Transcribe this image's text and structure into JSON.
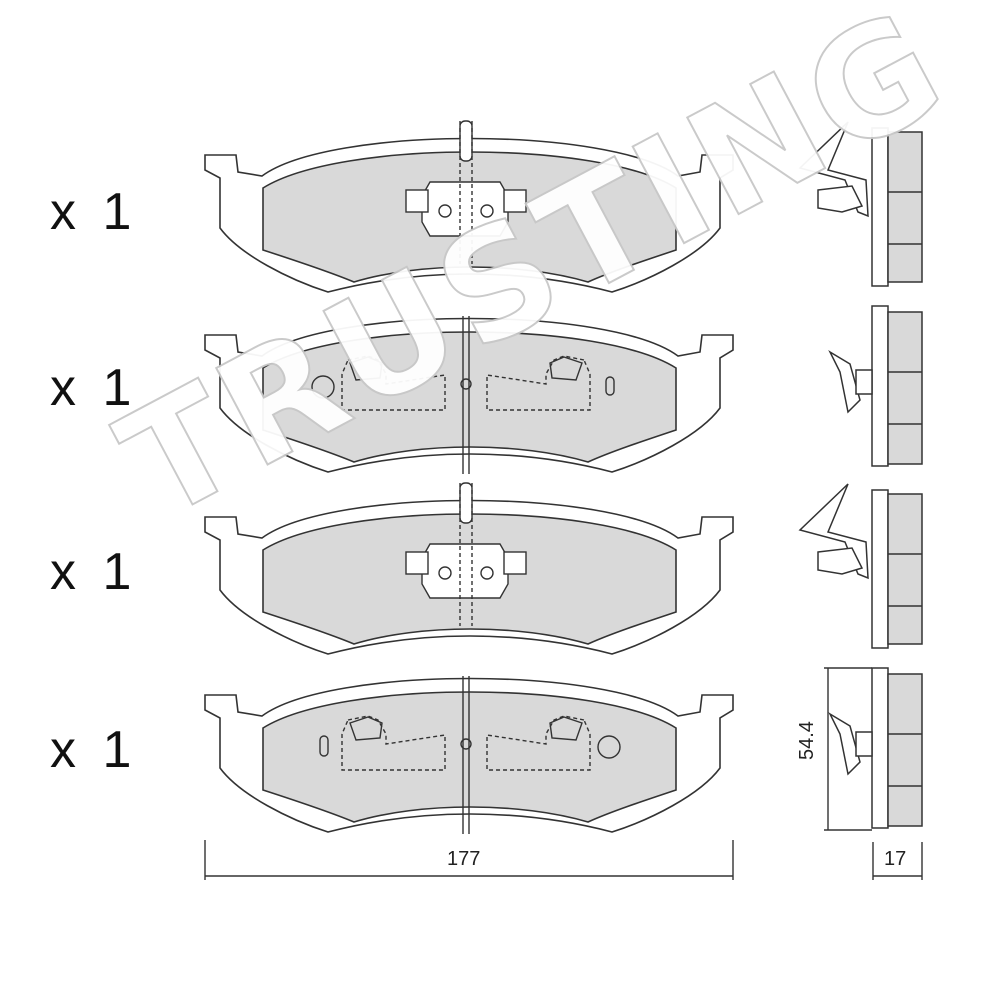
{
  "quantities": [
    "x 1",
    "x 1",
    "x 1",
    "x 1"
  ],
  "dimensions": {
    "length": "177",
    "height": "54.4",
    "thickness": "17"
  },
  "brand_watermark": "TRUSTING",
  "colors": {
    "friction": "#d9d9d9",
    "line": "#333333",
    "background": "#ffffff"
  }
}
